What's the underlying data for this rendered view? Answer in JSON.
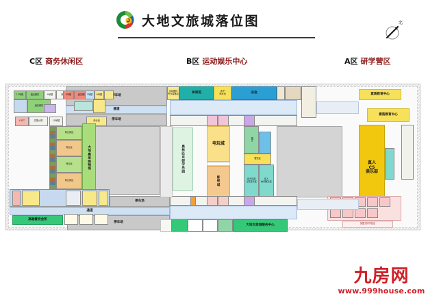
{
  "header": {
    "title": "大地文旅城落位图",
    "logo_icon": "circular-brand-logo-icon"
  },
  "compass": {
    "north_label": "北",
    "icon": "compass-north-icon"
  },
  "zones": [
    {
      "code": "C区",
      "name": "商务休闲区"
    },
    {
      "code": "B区",
      "name": "运动娱乐中心"
    },
    {
      "code": "A区",
      "name": "研学营区"
    }
  ],
  "watermark": {
    "brand": "九房网",
    "url": "www.999house.com",
    "color": "#cf2027"
  },
  "colors": {
    "accent_red": "#8e1b1b",
    "watermark_red": "#cf2027",
    "parking_gray": "#c9c9c9",
    "passage_blue": "#cfe0f2",
    "pool_blue": "#2b9fd4",
    "gym_teal": "#21b0a8",
    "arcade_yellow": "#fbe08a",
    "cs_yellow": "#f2c80f",
    "service_green": "#34c878",
    "outlet_green": "#a9dd7c"
  },
  "map": {
    "parking_label": "停车场",
    "passage_label": "通道",
    "blocks": [
      {
        "id": "b-gym",
        "label": "体育馆"
      },
      {
        "id": "b-splash",
        "label": "亲子\n戏水池"
      },
      {
        "id": "b-pool",
        "label": "泳池"
      },
      {
        "id": "b-arcade",
        "label": "电玩城"
      },
      {
        "id": "b-cinema",
        "label": "影\n视\n城"
      },
      {
        "id": "b-olympic",
        "label": "奥林匹克研学乐园"
      },
      {
        "id": "c-outlet",
        "label": "大地奥莱购物城"
      },
      {
        "id": "c-dining",
        "label": "高端餐饮会所"
      },
      {
        "id": "a-cs",
        "label": "真人\nCS\n俱乐部"
      },
      {
        "id": "a-edu-1",
        "label": "素质教育中心"
      },
      {
        "id": "a-edu-2",
        "label": "素质教育中心"
      },
      {
        "id": "s-service",
        "label": "大地文旅城服务中心"
      },
      {
        "id": "a-campus",
        "label": "英国式研学营区"
      }
    ],
    "c_zone_units": [
      {
        "no": "13号楼",
        "use": "酒店餐饮"
      },
      {
        "no": "9号楼",
        "use": "商业街"
      },
      {
        "no": "6号楼",
        "use": "酒店餐饮"
      },
      {
        "no": "7号楼",
        "use": "LOFT"
      },
      {
        "no": "8号楼",
        "use": "酒店餐饮"
      },
      {
        "no": "11号楼",
        "use": "LOFT"
      },
      {
        "no": "12号楼",
        "use": "高端公寓"
      },
      {
        "no": "10号楼",
        "use": "商业街"
      },
      {
        "no": "5号楼",
        "use": "酒店餐饮"
      },
      {
        "no": "4号楼",
        "use": "商业街区"
      },
      {
        "no": "1号楼",
        "use": "商业区"
      },
      {
        "no": "2号楼",
        "use": "商业区"
      },
      {
        "no": "3号楼",
        "use": "商业街"
      },
      {
        "no": "1号楼",
        "use": "商业街区"
      }
    ],
    "b_zone_units": [
      {
        "label": "运动器材\n专业装备店"
      },
      {
        "label": "商业区"
      },
      {
        "label": "展厅"
      },
      {
        "label": "餐饮区"
      },
      {
        "label": "亲子乐园\n儿童游乐区"
      },
      {
        "label": "成人\n休闲娱乐区"
      }
    ]
  }
}
